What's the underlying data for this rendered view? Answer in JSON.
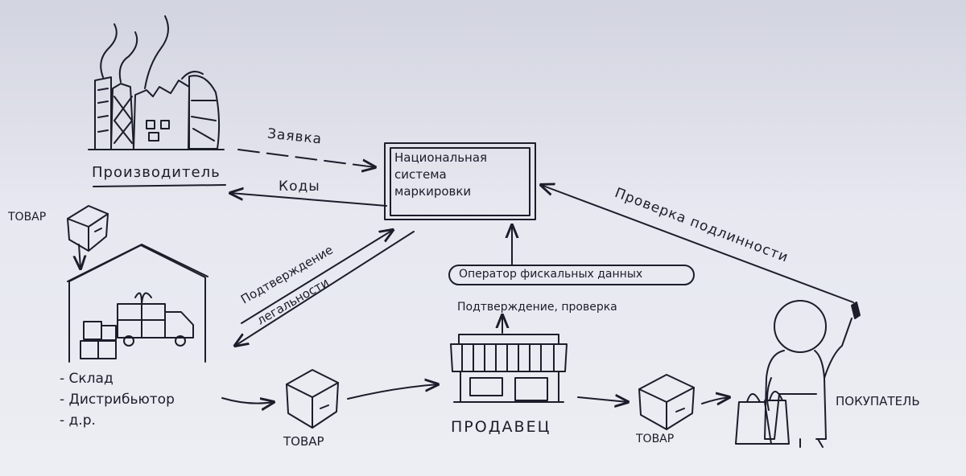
{
  "diagram": {
    "producer_label": "Производитель",
    "system_label_line1": "Национальная",
    "system_label_line2": "система",
    "system_label_line3": "маркировки",
    "request_label": "Заявка",
    "codes_label": "Коды",
    "legality_line1": "Подтверждение",
    "legality_line2": "легальности",
    "authenticity_label": "Проверка подлинности",
    "ofd_label": "Оператор фискальных данных",
    "confirm_check_label": "Подтверждение, проверка",
    "goods_label_top": "ТОВАР",
    "warehouse_items": [
      "- Склад",
      "- Дистрибьютор",
      "- д.р."
    ],
    "goods_label_bottom_left": "ТОВАР",
    "seller_label": "ПРОДАВЕЦ",
    "goods_label_bottom_right": "ТОВАР",
    "buyer_label": "ПОКУПАТЕЛЬ"
  },
  "colors": {
    "ink": "#1b1d2a",
    "paper_top": "#d2d4e0",
    "paper_bottom": "#eceef3"
  }
}
